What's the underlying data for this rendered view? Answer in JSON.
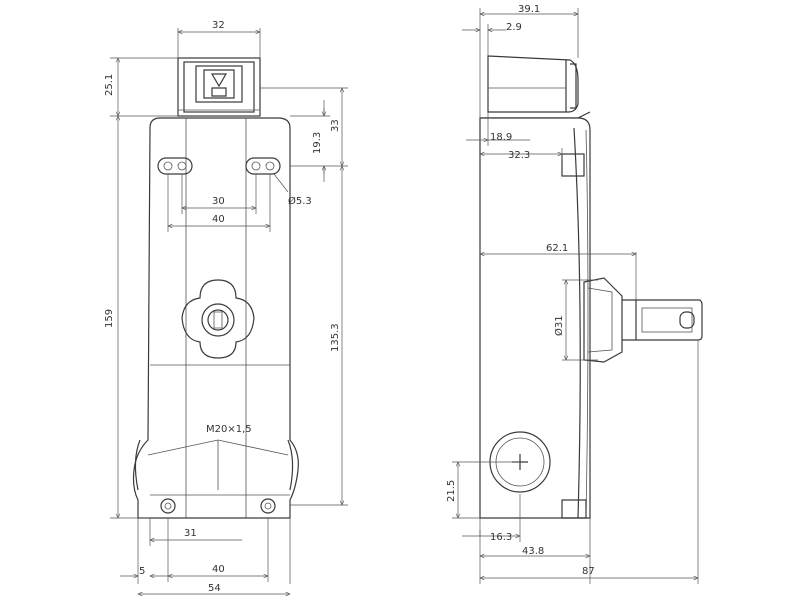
{
  "front_view": {
    "dims": {
      "top_width": "32",
      "head_height": "25.1",
      "slot_offset": "33",
      "slot_to_head": "19.3",
      "overall_height": "159",
      "key_to_base": "135.3",
      "slot_spacing_inner": "30",
      "slot_spacing_outer": "40",
      "slot_diameter": "Ø5.3",
      "thread": "M20×1,5",
      "hole_left_offset": "31",
      "edge_offset": "5",
      "base_hole_spacing": "40",
      "overall_width": "54"
    }
  },
  "side_view": {
    "dims": {
      "top_width": "39.1",
      "top_offset": "2.9",
      "actuator_width": "18.9",
      "actuator_slot": "32.3",
      "key_reach": "62.1",
      "key_diameter": "Ø31",
      "cable_height": "21.5",
      "cable_offset": "16.3",
      "base_depth": "43.8",
      "overall_depth": "87"
    }
  }
}
